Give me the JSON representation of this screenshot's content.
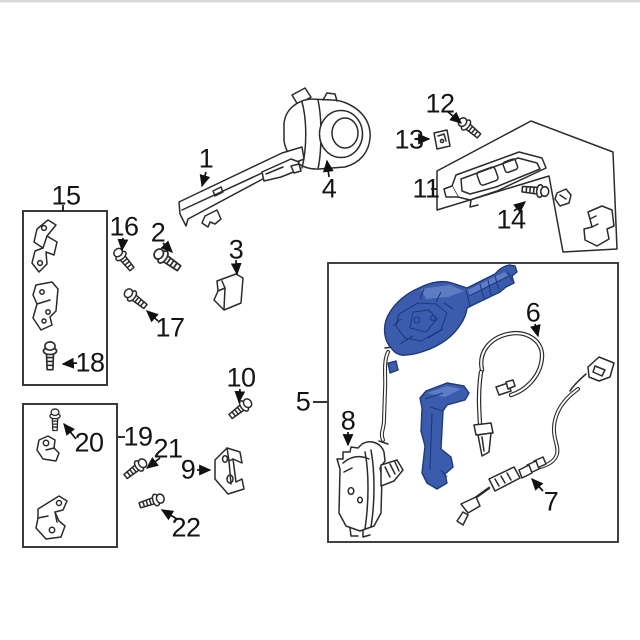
{
  "colors": {
    "background": "#ffffff",
    "line_color": "#2b2b2b",
    "highlight_fill": "#3b5cad",
    "highlight_shade": "#5d7cc3",
    "highlight_line": "#1c3a7d"
  },
  "callouts": {
    "c1": {
      "label": "1"
    },
    "c2": {
      "label": "2"
    },
    "c3": {
      "label": "3"
    },
    "c4": {
      "label": "4"
    },
    "c5": {
      "label": "5"
    },
    "c6": {
      "label": "6"
    },
    "c7": {
      "label": "7"
    },
    "c8": {
      "label": "8"
    },
    "c9": {
      "label": "9"
    },
    "c10": {
      "label": "10"
    },
    "c11": {
      "label": "11"
    },
    "c12": {
      "label": "12"
    },
    "c13": {
      "label": "13"
    },
    "c14": {
      "label": "14"
    },
    "c15": {
      "label": "15"
    },
    "c16": {
      "label": "16"
    },
    "c17": {
      "label": "17"
    },
    "c18": {
      "label": "18"
    },
    "c19": {
      "label": "19"
    },
    "c20": {
      "label": "20"
    },
    "c21": {
      "label": "21"
    },
    "c22": {
      "label": "22"
    }
  }
}
